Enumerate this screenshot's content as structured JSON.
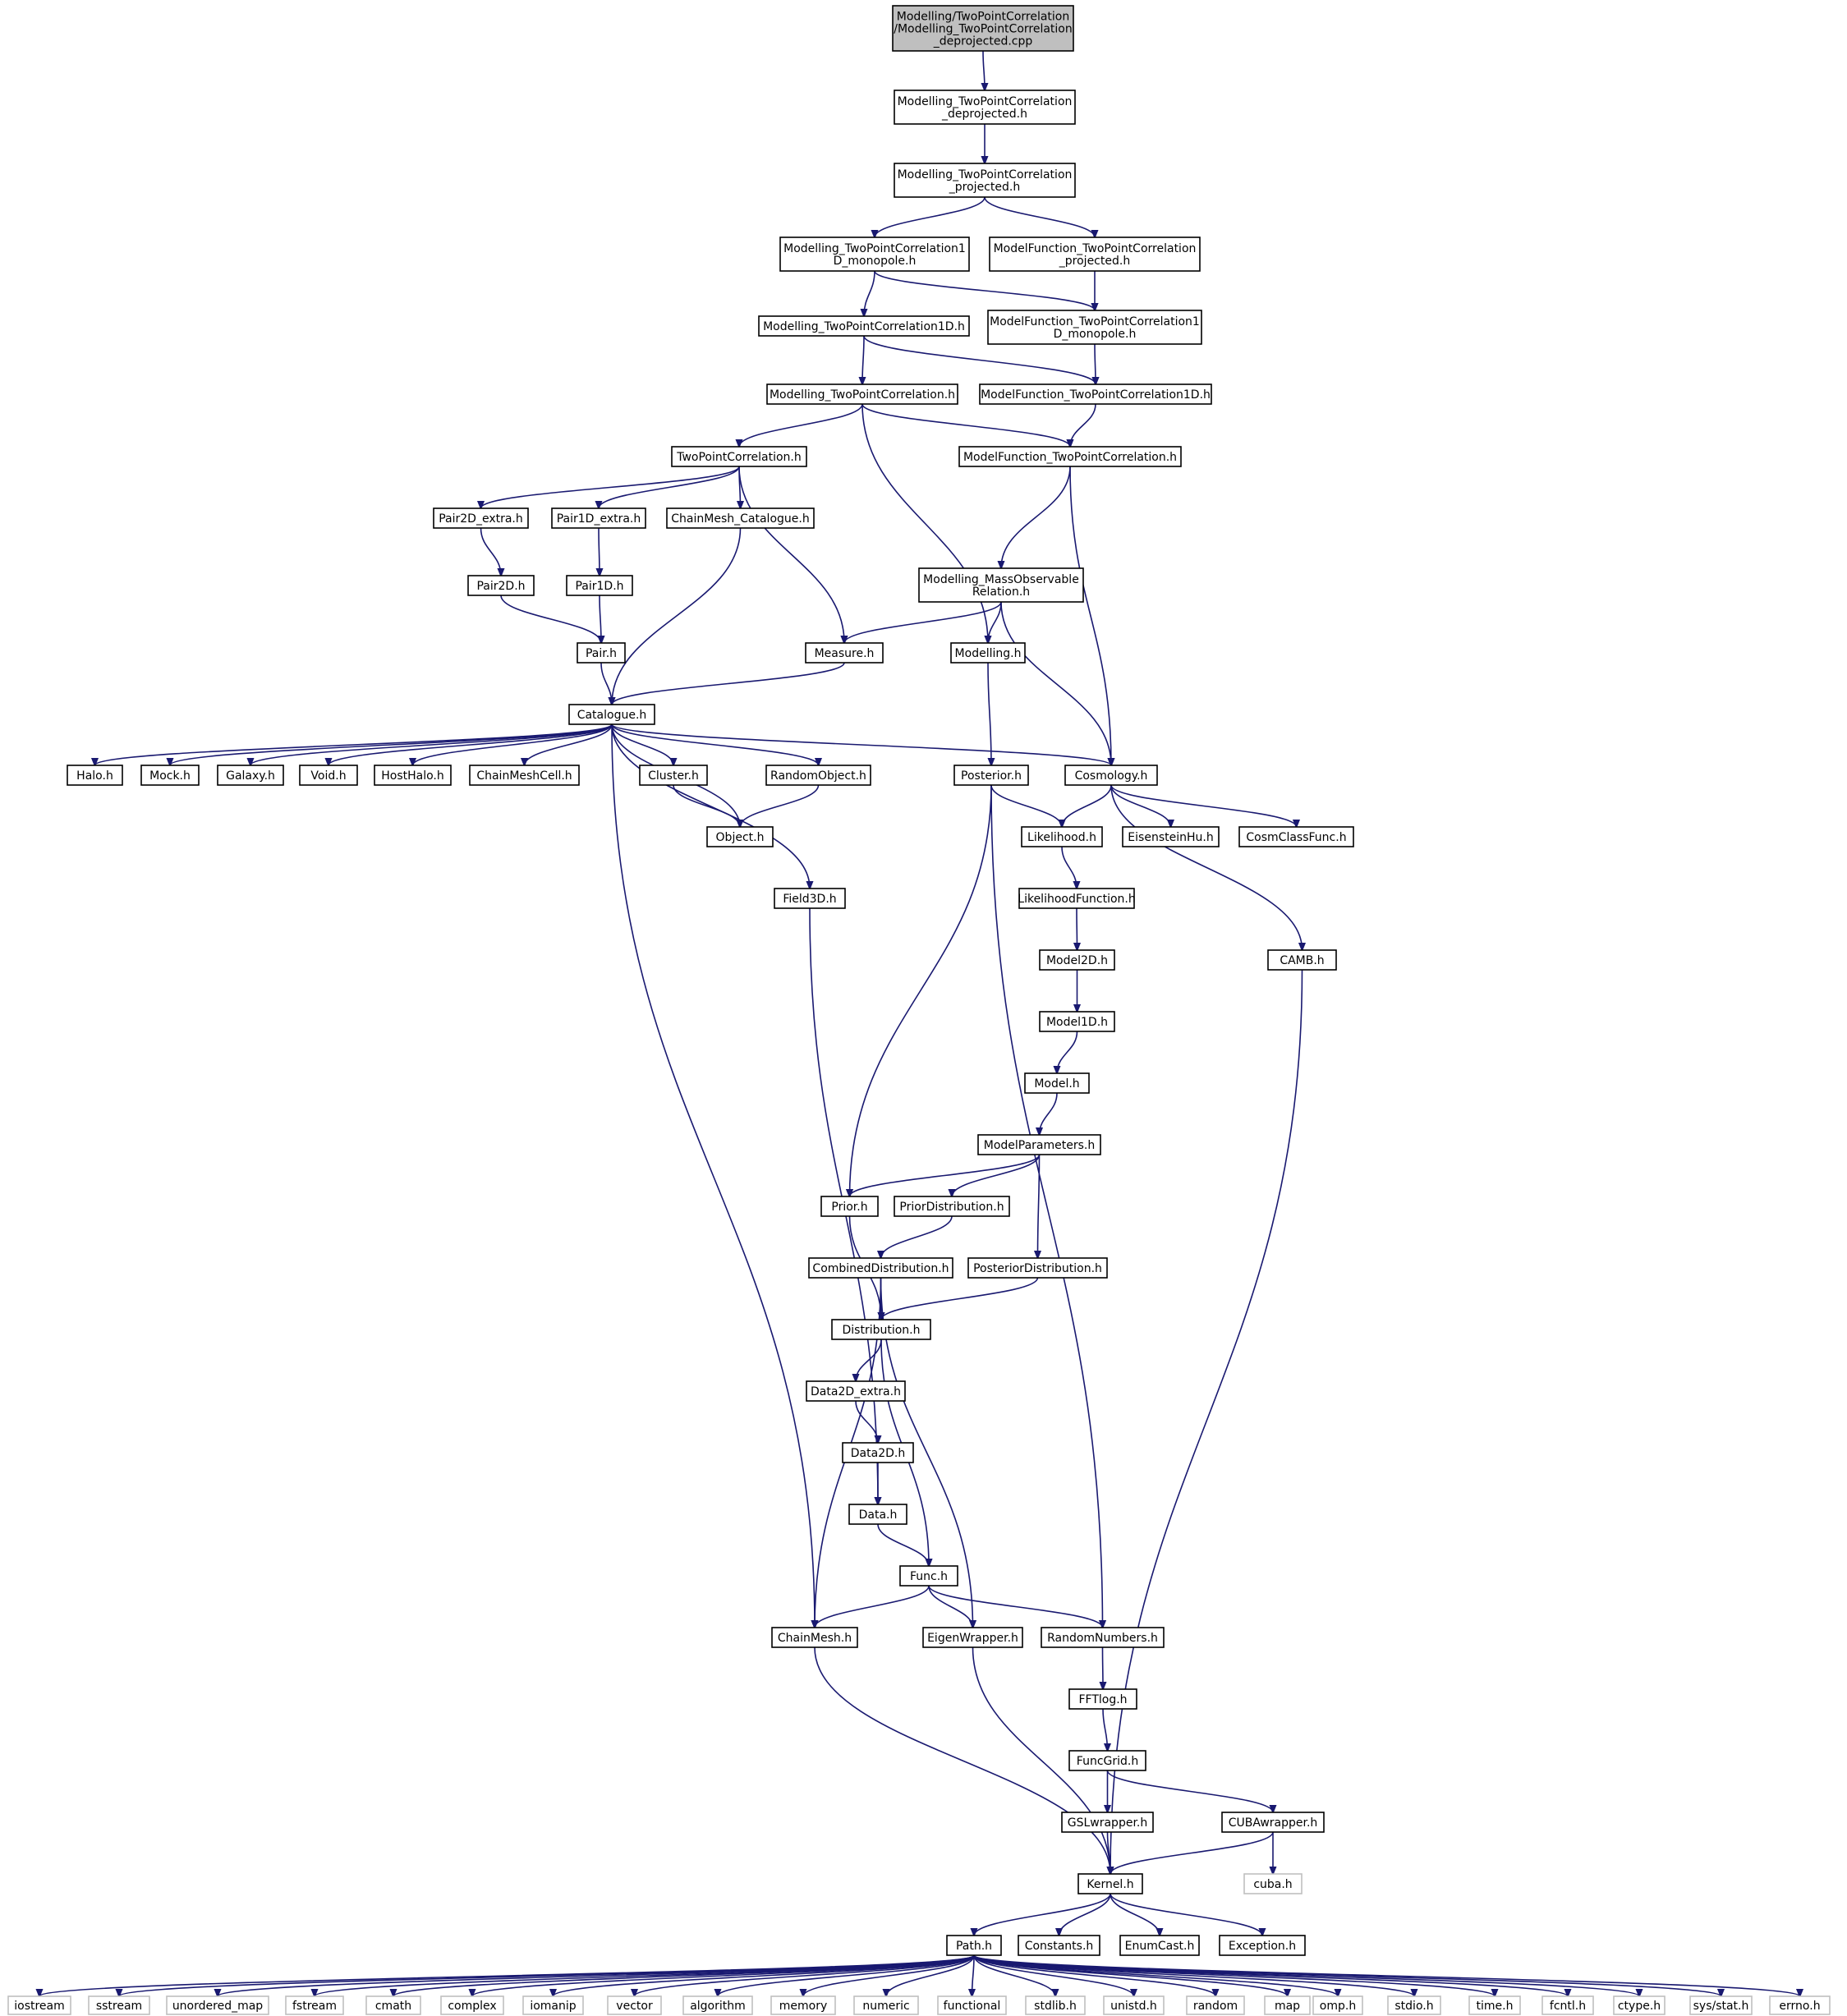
{
  "diagram": {
    "type": "include-dependency-graph",
    "nodes": [
      {
        "id": "root",
        "lines": [
          "Modelling/TwoPointCorrelation",
          "/Modelling_TwoPointCorrelation",
          "_deprojected.cpp"
        ],
        "style": "root"
      },
      {
        "id": "mtpc_dep",
        "lines": [
          "Modelling_TwoPointCorrelation",
          "_deprojected.h"
        ]
      },
      {
        "id": "mtpc_proj",
        "lines": [
          "Modelling_TwoPointCorrelation",
          "_projected.h"
        ]
      },
      {
        "id": "mtpc1d_mono",
        "lines": [
          "Modelling_TwoPointCorrelation1",
          "D_monopole.h"
        ]
      },
      {
        "id": "mf_proj",
        "lines": [
          "ModelFunction_TwoPointCorrelation",
          "_projected.h"
        ]
      },
      {
        "id": "mtpc1d",
        "lines": [
          "Modelling_TwoPointCorrelation1D.h"
        ]
      },
      {
        "id": "mf1d_mono",
        "lines": [
          "ModelFunction_TwoPointCorrelation1",
          "D_monopole.h"
        ]
      },
      {
        "id": "mtpc",
        "lines": [
          "Modelling_TwoPointCorrelation.h"
        ]
      },
      {
        "id": "mf1d",
        "lines": [
          "ModelFunction_TwoPointCorrelation1D.h"
        ]
      },
      {
        "id": "tpc",
        "lines": [
          "TwoPointCorrelation.h"
        ]
      },
      {
        "id": "mf",
        "lines": [
          "ModelFunction_TwoPointCorrelation.h"
        ]
      },
      {
        "id": "pair2dx",
        "lines": [
          "Pair2D_extra.h"
        ]
      },
      {
        "id": "pair1dx",
        "lines": [
          "Pair1D_extra.h"
        ]
      },
      {
        "id": "cmcat",
        "lines": [
          "ChainMesh_Catalogue.h"
        ]
      },
      {
        "id": "mmor",
        "lines": [
          "Modelling_MassObservable",
          "Relation.h"
        ]
      },
      {
        "id": "pair2d",
        "lines": [
          "Pair2D.h"
        ]
      },
      {
        "id": "pair1d",
        "lines": [
          "Pair1D.h"
        ]
      },
      {
        "id": "pair",
        "lines": [
          "Pair.h"
        ]
      },
      {
        "id": "measure",
        "lines": [
          "Measure.h"
        ]
      },
      {
        "id": "modelling",
        "lines": [
          "Modelling.h"
        ]
      },
      {
        "id": "catalogue",
        "lines": [
          "Catalogue.h"
        ]
      },
      {
        "id": "halo",
        "lines": [
          "Halo.h"
        ]
      },
      {
        "id": "mock",
        "lines": [
          "Mock.h"
        ]
      },
      {
        "id": "galaxy",
        "lines": [
          "Galaxy.h"
        ]
      },
      {
        "id": "void",
        "lines": [
          "Void.h"
        ]
      },
      {
        "id": "hosthalo",
        "lines": [
          "HostHalo.h"
        ]
      },
      {
        "id": "cmcell",
        "lines": [
          "ChainMeshCell.h"
        ]
      },
      {
        "id": "cluster",
        "lines": [
          "Cluster.h"
        ]
      },
      {
        "id": "randobj",
        "lines": [
          "RandomObject.h"
        ]
      },
      {
        "id": "posterior",
        "lines": [
          "Posterior.h"
        ]
      },
      {
        "id": "cosmology",
        "lines": [
          "Cosmology.h"
        ]
      },
      {
        "id": "object",
        "lines": [
          "Object.h"
        ]
      },
      {
        "id": "likelihood",
        "lines": [
          "Likelihood.h"
        ]
      },
      {
        "id": "eisenstein",
        "lines": [
          "EisensteinHu.h"
        ]
      },
      {
        "id": "cosmclass",
        "lines": [
          "CosmClassFunc.h"
        ]
      },
      {
        "id": "field3d",
        "lines": [
          "Field3D.h"
        ]
      },
      {
        "id": "likefunc",
        "lines": [
          "LikelihoodFunction.h"
        ]
      },
      {
        "id": "model2d",
        "lines": [
          "Model2D.h"
        ]
      },
      {
        "id": "camb",
        "lines": [
          "CAMB.h"
        ]
      },
      {
        "id": "model1d",
        "lines": [
          "Model1D.h"
        ]
      },
      {
        "id": "model",
        "lines": [
          "Model.h"
        ]
      },
      {
        "id": "modelparams",
        "lines": [
          "ModelParameters.h"
        ]
      },
      {
        "id": "prior",
        "lines": [
          "Prior.h"
        ]
      },
      {
        "id": "priordist",
        "lines": [
          "PriorDistribution.h"
        ]
      },
      {
        "id": "combdist",
        "lines": [
          "CombinedDistribution.h"
        ]
      },
      {
        "id": "postdist",
        "lines": [
          "PosteriorDistribution.h"
        ]
      },
      {
        "id": "distribution",
        "lines": [
          "Distribution.h"
        ]
      },
      {
        "id": "data2dx",
        "lines": [
          "Data2D_extra.h"
        ]
      },
      {
        "id": "data2d",
        "lines": [
          "Data2D.h"
        ]
      },
      {
        "id": "data",
        "lines": [
          "Data.h"
        ]
      },
      {
        "id": "func",
        "lines": [
          "Func.h"
        ]
      },
      {
        "id": "chainmesh",
        "lines": [
          "ChainMesh.h"
        ]
      },
      {
        "id": "eigen",
        "lines": [
          "EigenWrapper.h"
        ]
      },
      {
        "id": "randnum",
        "lines": [
          "RandomNumbers.h"
        ]
      },
      {
        "id": "fftlog",
        "lines": [
          "FFTlog.h"
        ]
      },
      {
        "id": "funcgrid",
        "lines": [
          "FuncGrid.h"
        ]
      },
      {
        "id": "gslw",
        "lines": [
          "GSLwrapper.h"
        ]
      },
      {
        "id": "cubaw",
        "lines": [
          "CUBAwrapper.h"
        ]
      },
      {
        "id": "kernel",
        "lines": [
          "Kernel.h"
        ]
      },
      {
        "id": "cuba",
        "lines": [
          "cuba.h"
        ],
        "style": "sys"
      },
      {
        "id": "path",
        "lines": [
          "Path.h"
        ]
      },
      {
        "id": "constants",
        "lines": [
          "Constants.h"
        ]
      },
      {
        "id": "enumcast",
        "lines": [
          "EnumCast.h"
        ]
      },
      {
        "id": "exception",
        "lines": [
          "Exception.h"
        ]
      },
      {
        "id": "iostream",
        "lines": [
          "iostream"
        ],
        "style": "sys"
      },
      {
        "id": "sstream",
        "lines": [
          "sstream"
        ],
        "style": "sys"
      },
      {
        "id": "unordered_map",
        "lines": [
          "unordered_map"
        ],
        "style": "sys"
      },
      {
        "id": "fstream",
        "lines": [
          "fstream"
        ],
        "style": "sys"
      },
      {
        "id": "cmath",
        "lines": [
          "cmath"
        ],
        "style": "sys"
      },
      {
        "id": "complex",
        "lines": [
          "complex"
        ],
        "style": "sys"
      },
      {
        "id": "iomanip",
        "lines": [
          "iomanip"
        ],
        "style": "sys"
      },
      {
        "id": "vector",
        "lines": [
          "vector"
        ],
        "style": "sys"
      },
      {
        "id": "algorithm",
        "lines": [
          "algorithm"
        ],
        "style": "sys"
      },
      {
        "id": "memory",
        "lines": [
          "memory"
        ],
        "style": "sys"
      },
      {
        "id": "numeric",
        "lines": [
          "numeric"
        ],
        "style": "sys"
      },
      {
        "id": "functional",
        "lines": [
          "functional"
        ],
        "style": "sys"
      },
      {
        "id": "stdlib",
        "lines": [
          "stdlib.h"
        ],
        "style": "sys"
      },
      {
        "id": "unistd",
        "lines": [
          "unistd.h"
        ],
        "style": "sys"
      },
      {
        "id": "random",
        "lines": [
          "random"
        ],
        "style": "sys"
      },
      {
        "id": "map",
        "lines": [
          "map"
        ],
        "style": "sys"
      },
      {
        "id": "omp",
        "lines": [
          "omp.h"
        ],
        "style": "sys"
      },
      {
        "id": "stdio",
        "lines": [
          "stdio.h"
        ],
        "style": "sys"
      },
      {
        "id": "time",
        "lines": [
          "time.h"
        ],
        "style": "sys"
      },
      {
        "id": "fcntl",
        "lines": [
          "fcntl.h"
        ],
        "style": "sys"
      },
      {
        "id": "ctype",
        "lines": [
          "ctype.h"
        ],
        "style": "sys"
      },
      {
        "id": "sysstat",
        "lines": [
          "sys/stat.h"
        ],
        "style": "sys"
      },
      {
        "id": "errno",
        "lines": [
          "errno.h"
        ],
        "style": "sys"
      }
    ],
    "edges": [
      [
        "root",
        "mtpc_dep"
      ],
      [
        "mtpc_dep",
        "mtpc_proj"
      ],
      [
        "mtpc_proj",
        "mtpc1d_mono"
      ],
      [
        "mtpc_proj",
        "mf_proj"
      ],
      [
        "mtpc1d_mono",
        "mtpc1d"
      ],
      [
        "mtpc1d_mono",
        "mf1d_mono"
      ],
      [
        "mf_proj",
        "mf1d_mono"
      ],
      [
        "mtpc1d",
        "mtpc"
      ],
      [
        "mtpc1d",
        "mf1d"
      ],
      [
        "mf1d_mono",
        "mf1d"
      ],
      [
        "mtpc",
        "tpc"
      ],
      [
        "mtpc",
        "mf"
      ],
      [
        "mtpc",
        "modelling"
      ],
      [
        "mf1d",
        "mf"
      ],
      [
        "tpc",
        "pair2dx"
      ],
      [
        "tpc",
        "pair1dx"
      ],
      [
        "tpc",
        "cmcat"
      ],
      [
        "tpc",
        "measure"
      ],
      [
        "mf",
        "mmor"
      ],
      [
        "mf",
        "cosmology"
      ],
      [
        "pair2dx",
        "pair2d"
      ],
      [
        "pair1dx",
        "pair1d"
      ],
      [
        "pair2d",
        "pair"
      ],
      [
        "pair1d",
        "pair"
      ],
      [
        "pair",
        "catalogue"
      ],
      [
        "cmcat",
        "catalogue"
      ],
      [
        "mmor",
        "measure"
      ],
      [
        "mmor",
        "modelling"
      ],
      [
        "mmor",
        "cosmology"
      ],
      [
        "measure",
        "catalogue"
      ],
      [
        "modelling",
        "posterior"
      ],
      [
        "catalogue",
        "halo"
      ],
      [
        "catalogue",
        "mock"
      ],
      [
        "catalogue",
        "galaxy"
      ],
      [
        "catalogue",
        "void"
      ],
      [
        "catalogue",
        "hosthalo"
      ],
      [
        "catalogue",
        "cmcell"
      ],
      [
        "catalogue",
        "cluster"
      ],
      [
        "catalogue",
        "object"
      ],
      [
        "catalogue",
        "randobj"
      ],
      [
        "catalogue",
        "field3d"
      ],
      [
        "catalogue",
        "cosmology"
      ],
      [
        "catalogue",
        "chainmesh"
      ],
      [
        "cluster",
        "object"
      ],
      [
        "randobj",
        "object"
      ],
      [
        "posterior",
        "likelihood"
      ],
      [
        "posterior",
        "prior"
      ],
      [
        "posterior",
        "randnum"
      ],
      [
        "cosmology",
        "likelihood"
      ],
      [
        "cosmology",
        "eisenstein"
      ],
      [
        "cosmology",
        "cosmclass"
      ],
      [
        "cosmology",
        "camb"
      ],
      [
        "field3d",
        "data"
      ],
      [
        "likelihood",
        "likefunc"
      ],
      [
        "likefunc",
        "model2d"
      ],
      [
        "model2d",
        "model1d"
      ],
      [
        "model1d",
        "model"
      ],
      [
        "model",
        "modelparams"
      ],
      [
        "modelparams",
        "prior"
      ],
      [
        "modelparams",
        "priordist"
      ],
      [
        "modelparams",
        "postdist"
      ],
      [
        "camb",
        "kernel"
      ],
      [
        "prior",
        "distribution"
      ],
      [
        "priordist",
        "combdist"
      ],
      [
        "combdist",
        "distribution"
      ],
      [
        "combdist",
        "chainmesh"
      ],
      [
        "combdist",
        "eigen"
      ],
      [
        "postdist",
        "distribution"
      ],
      [
        "distribution",
        "data2dx"
      ],
      [
        "distribution",
        "func"
      ],
      [
        "data2dx",
        "data2d"
      ],
      [
        "data2d",
        "data"
      ],
      [
        "data",
        "func"
      ],
      [
        "func",
        "chainmesh"
      ],
      [
        "func",
        "eigen"
      ],
      [
        "func",
        "randnum"
      ],
      [
        "chainmesh",
        "kernel"
      ],
      [
        "eigen",
        "kernel"
      ],
      [
        "randnum",
        "fftlog"
      ],
      [
        "fftlog",
        "funcgrid"
      ],
      [
        "funcgrid",
        "gslw"
      ],
      [
        "funcgrid",
        "cubaw"
      ],
      [
        "gslw",
        "kernel"
      ],
      [
        "cubaw",
        "kernel"
      ],
      [
        "cubaw",
        "cuba"
      ],
      [
        "kernel",
        "path"
      ],
      [
        "kernel",
        "constants"
      ],
      [
        "kernel",
        "enumcast"
      ],
      [
        "kernel",
        "exception"
      ],
      [
        "path",
        "iostream"
      ],
      [
        "path",
        "sstream"
      ],
      [
        "path",
        "unordered_map"
      ],
      [
        "path",
        "fstream"
      ],
      [
        "path",
        "cmath"
      ],
      [
        "path",
        "complex"
      ],
      [
        "path",
        "iomanip"
      ],
      [
        "path",
        "vector"
      ],
      [
        "path",
        "algorithm"
      ],
      [
        "path",
        "memory"
      ],
      [
        "path",
        "numeric"
      ],
      [
        "path",
        "functional"
      ],
      [
        "path",
        "stdlib"
      ],
      [
        "path",
        "unistd"
      ],
      [
        "path",
        "random"
      ],
      [
        "path",
        "map"
      ],
      [
        "path",
        "omp"
      ],
      [
        "path",
        "stdio"
      ],
      [
        "path",
        "time"
      ],
      [
        "path",
        "fcntl"
      ],
      [
        "path",
        "ctype"
      ],
      [
        "path",
        "sysstat"
      ],
      [
        "path",
        "errno"
      ]
    ]
  }
}
